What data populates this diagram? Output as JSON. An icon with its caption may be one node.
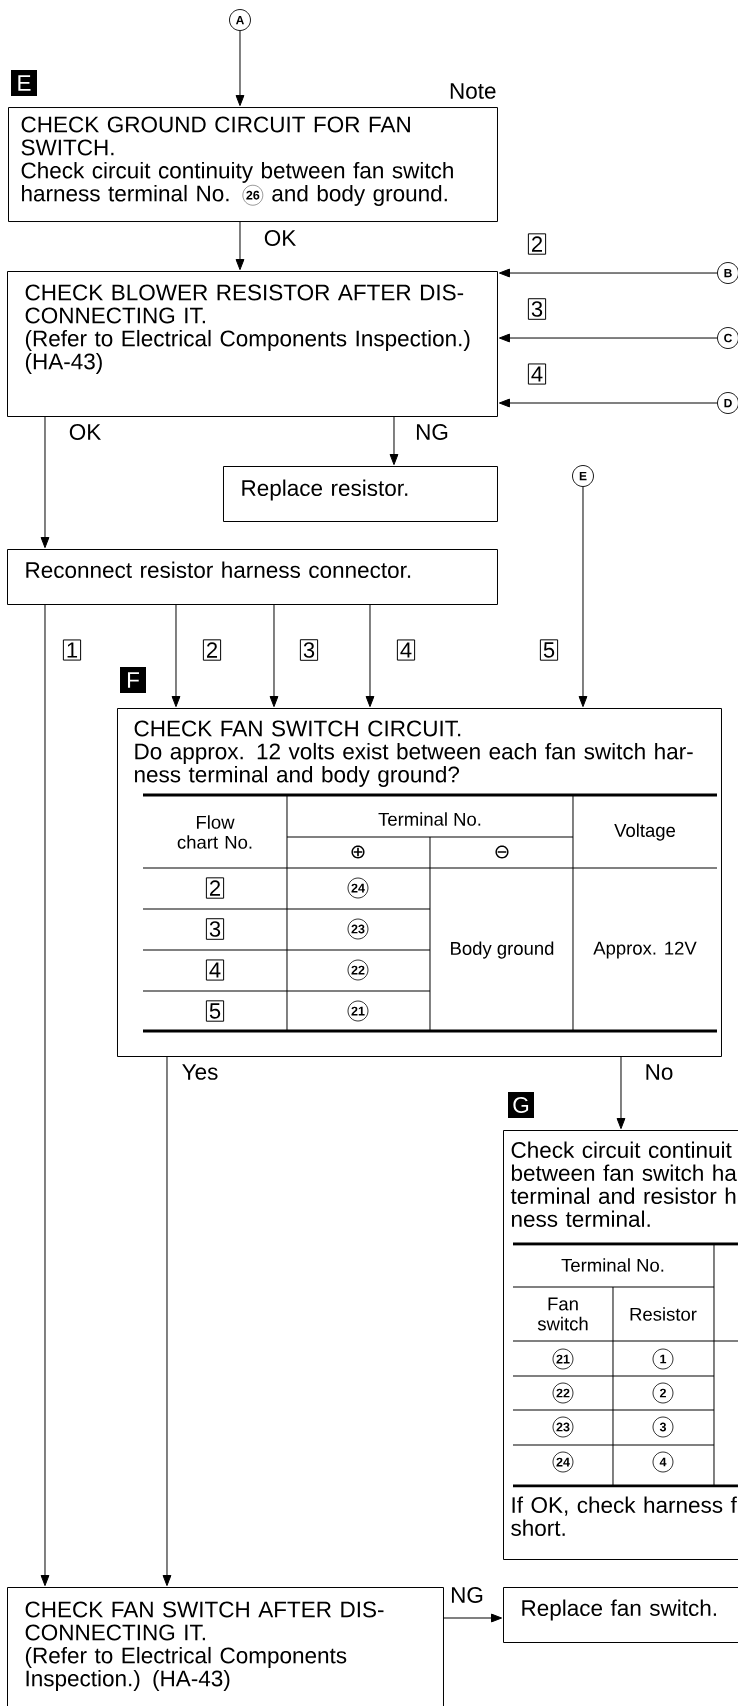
{
  "diagram": {
    "nodes": [
      {
        "text": [
          "A"
        ]
      },
      {
        "text": [
          "CHECK GROUND CIRCUIT FOR FAN SWITCH.",
          "Check circuit continuity between fan switch harness terminal No.",
          "26",
          "and body ground."
        ],
        "beside": [
          "E",
          "Note"
        ]
      },
      {
        "text": [
          "CHECK BLOWER RESISTOR AFTER DIS- CONNECTING IT.",
          "(Refer to Electrical Components Inspection.) (HA-43)"
        ]
      },
      {
        "text": [
          "B"
        ]
      },
      {
        "text": [
          "C"
        ]
      },
      {
        "text": [
          "D"
        ]
      },
      {
        "text": [
          "Replace resistor."
        ]
      },
      {
        "text": [
          "E"
        ]
      },
      {
        "text": [
          "Reconnect resistor harness connector."
        ]
      },
      {
        "text": [
          "CHECK FAN SWITCH CIRCUIT.",
          "Do approx. 12 volts exist between each fan switch har- ness terminal and body ground?"
        ],
        "beside": [
          "F"
        ]
      },
      {
        "text": [
          "Check circuit continuit between fan switch ha terminal and resistor h ness terminal.",
          "If OK, check harness f short."
        ],
        "beside": [
          "G"
        ]
      },
      {
        "text": [
          "CHECK FAN SWITCH AFTER DIS- CONNECTING IT.",
          "(Refer to Electrical Components Inspection.) (HA-43)"
        ]
      },
      {
        "text": [
          "Replace fan switch."
        ]
      }
    ],
    "edges": [
      {
        "from": 0,
        "to": 1,
        "arrow": "to"
      },
      {
        "from": 1,
        "to": 2,
        "arrow": "to",
        "label": "OK"
      },
      {
        "from": 3,
        "to": 2,
        "arrow": "to",
        "label": "2"
      },
      {
        "from": 4,
        "to": 2,
        "arrow": "to",
        "label": "3"
      },
      {
        "from": 5,
        "to": 2,
        "arrow": "to",
        "label": "4"
      },
      {
        "from": 2,
        "to": 8,
        "arrow": "to",
        "label": "OK"
      },
      {
        "from": 2,
        "to": 6,
        "arrow": "to",
        "label": "NG"
      },
      {
        "from": 8,
        "to": 11,
        "arrow": "to",
        "label": "1"
      },
      {
        "from": 8,
        "to": 9,
        "arrow": "to",
        "label": "2"
      },
      {
        "from": 8,
        "to": 9,
        "arrow": "to",
        "label": "3"
      },
      {
        "from": 8,
        "to": 9,
        "arrow": "to",
        "label": "4"
      },
      {
        "from": 7,
        "to": 9,
        "arrow": "to",
        "label": "5"
      },
      {
        "from": 9,
        "to": 11,
        "arrow": "to",
        "label": "Yes"
      },
      {
        "from": 9,
        "to": 10,
        "arrow": "to",
        "label": "No"
      },
      {
        "from": 11,
        "to": 12,
        "arrow": "to",
        "label": "NG"
      }
    ],
    "labels": [
      "Flow chart No.",
      "Terminal No.",
      "Voltage",
      "⊕",
      "⊖",
      "2",
      "24",
      "Body ground",
      "Approx. 12V",
      "3",
      "23",
      "4",
      "22",
      "5",
      "21",
      "Terminal No.",
      "Fan switch",
      "Resistor",
      "21",
      "1",
      "22",
      "2",
      "23",
      "3",
      "24",
      "4"
    ]
  }
}
